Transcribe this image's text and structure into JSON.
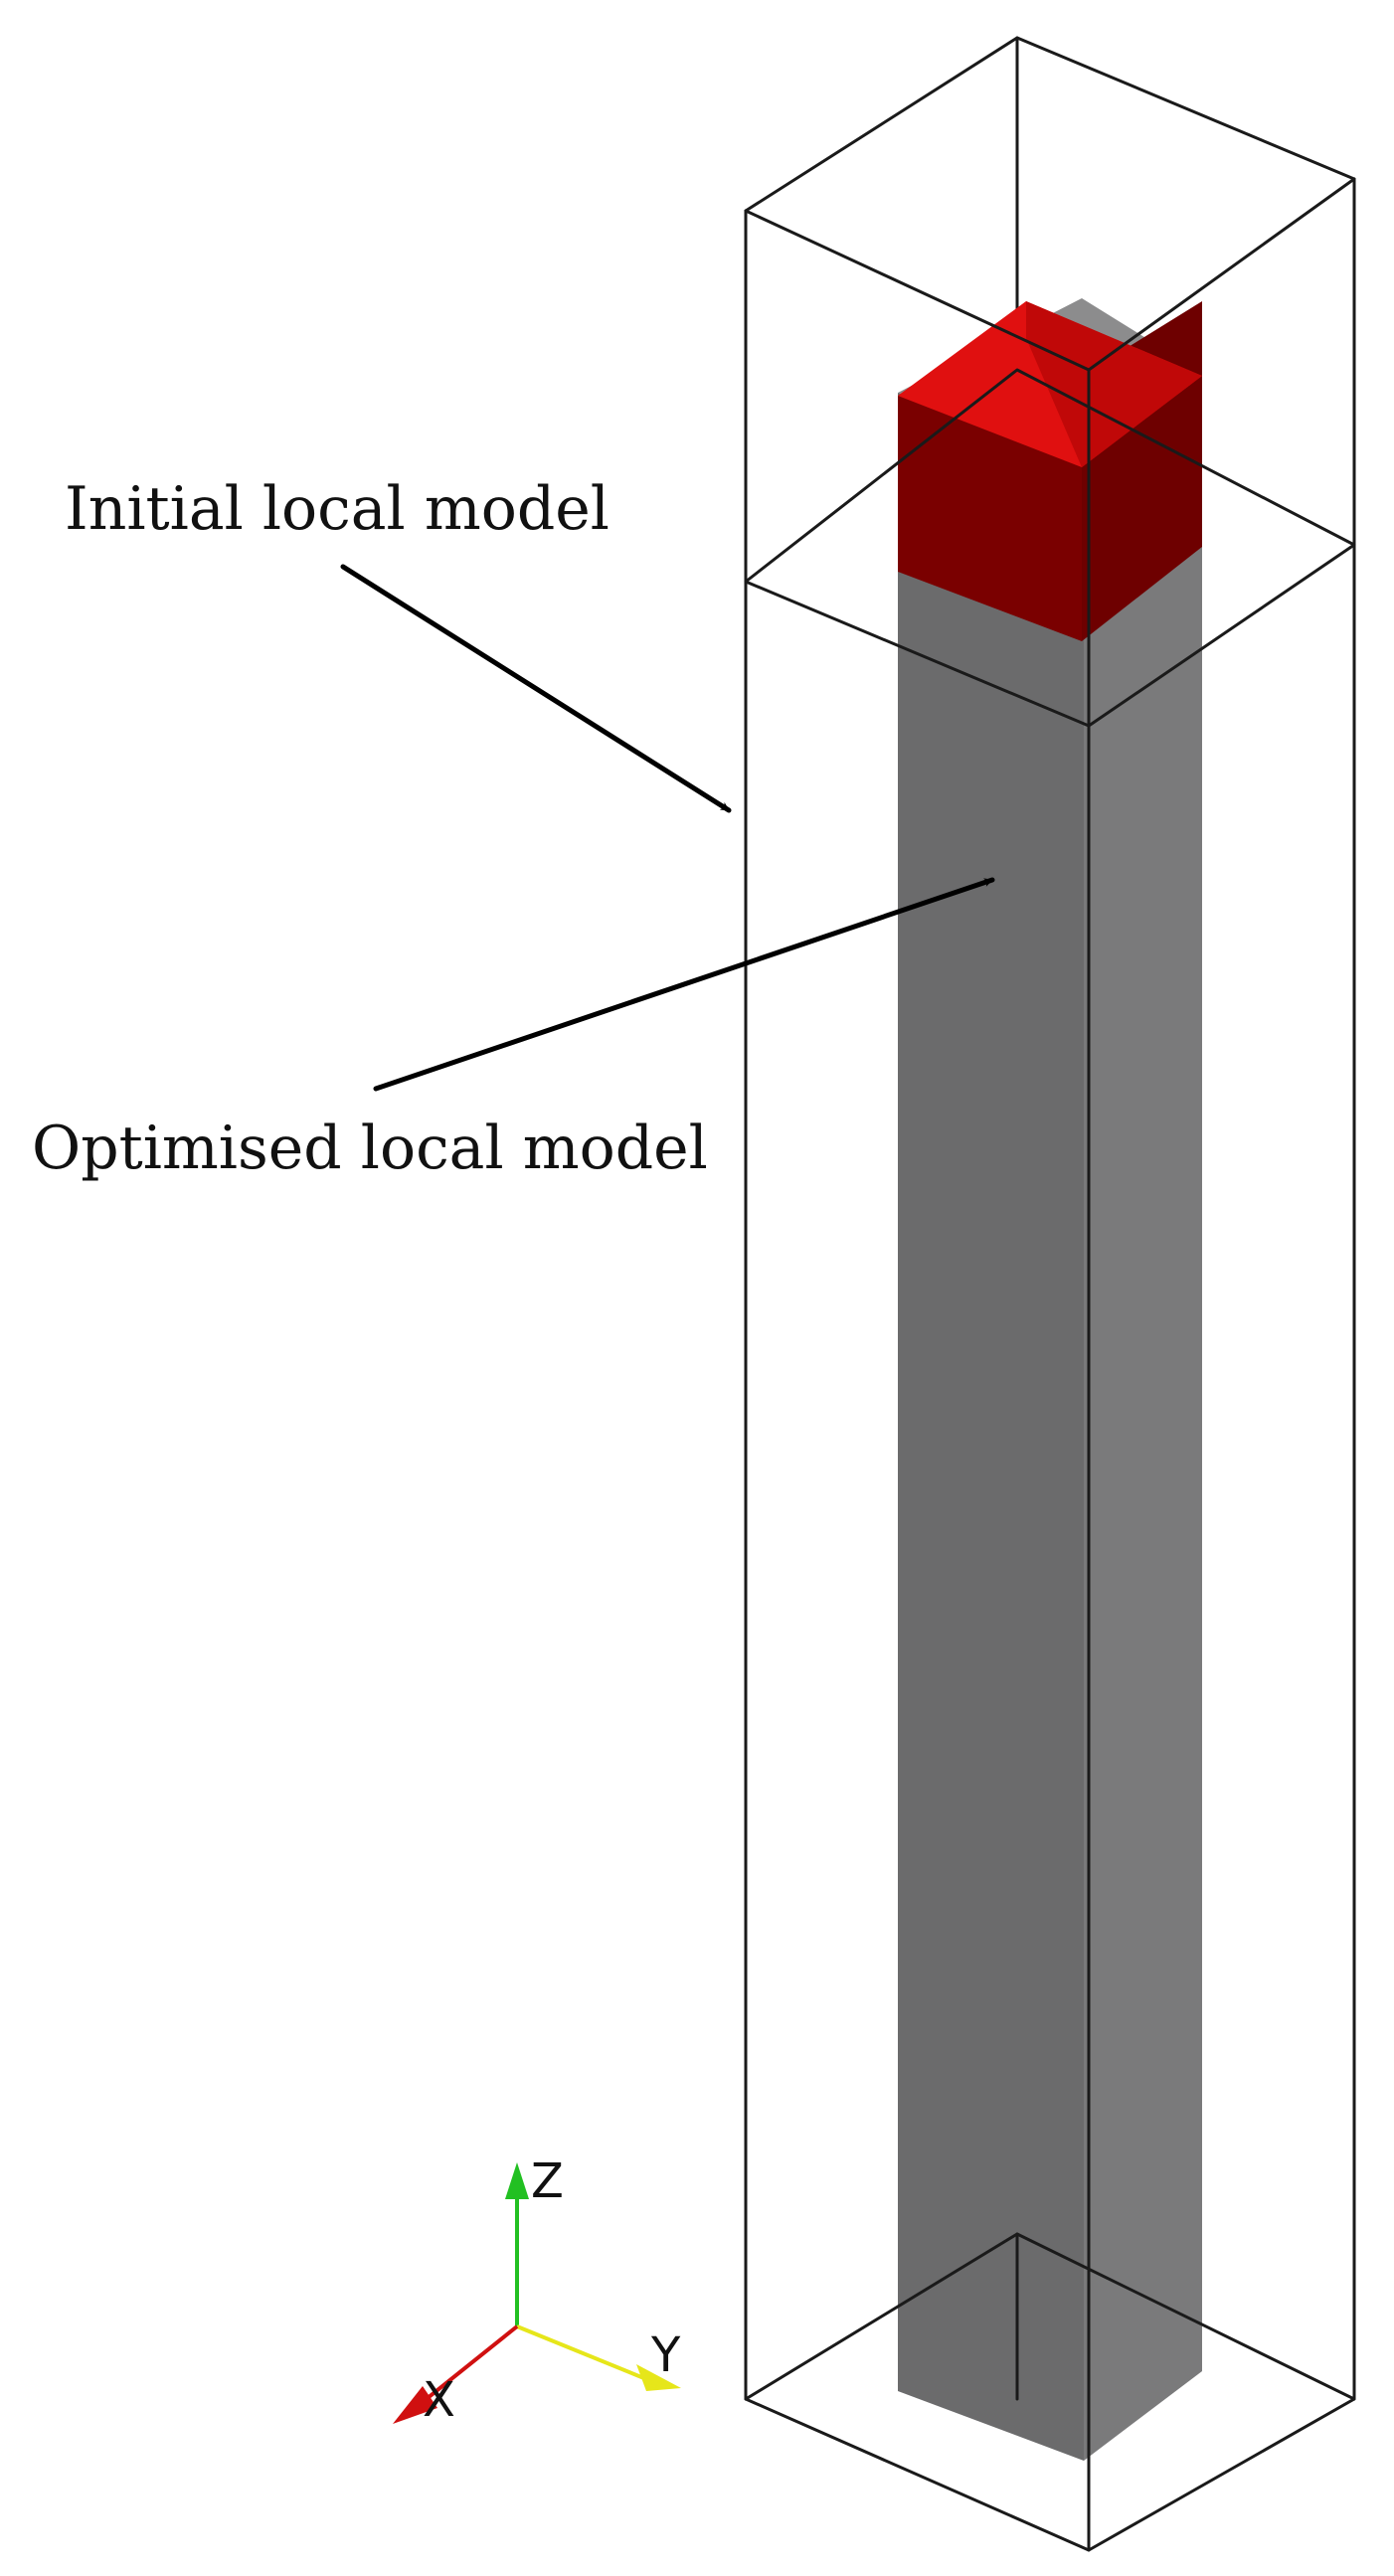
{
  "labels": {
    "initial": "Initial local model",
    "optimised": "Optimised local model"
  },
  "axes": {
    "x": "X",
    "y": "Y",
    "z": "Z"
  },
  "colors": {
    "domain_frame": "#1a1a1a",
    "optimised_front_face": "#6b6b6c",
    "optimised_right_face": "#7a7a7b",
    "optimised_top_face": "#8c8c8d",
    "initial_cube_front_face": "#7a0000",
    "initial_cube_right_face": "#6e0000",
    "initial_cube_top_face": "#e01010",
    "axis_x": "#d01010",
    "axis_y": "#e6e61a",
    "axis_z": "#22c022",
    "arrow": "#000000"
  }
}
